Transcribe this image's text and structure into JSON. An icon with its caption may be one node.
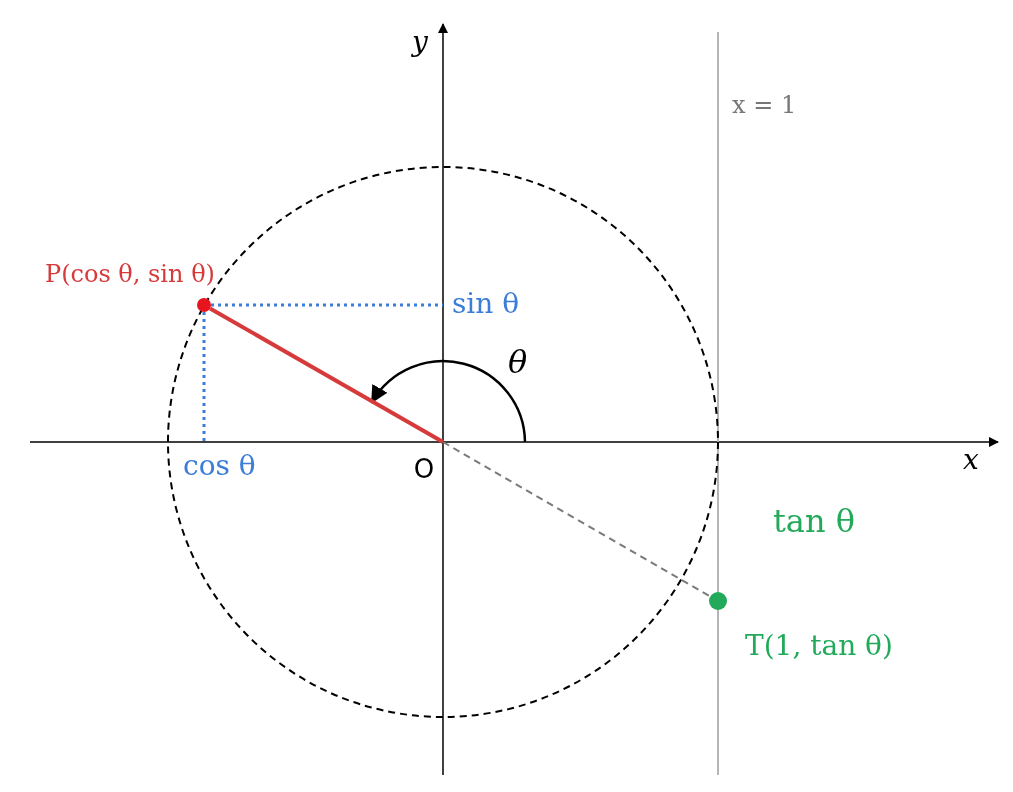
{
  "diagram": {
    "nodes": [
      {
        "text": [],
        "shape": "circle",
        "beside": [
          "P(cos θ, sin θ)"
        ]
      },
      {
        "text": [
          "O"
        ]
      },
      {
        "text": [],
        "shape": "circle",
        "beside": [
          "T(1, tan θ)"
        ]
      }
    ],
    "edges": [
      {
        "from": 1,
        "to": 0,
        "arrow": "none",
        "style": "thick",
        "color": "#d63a3a"
      },
      {
        "from": 1,
        "to": 2,
        "arrow": "none",
        "style": "dashed",
        "color": "#7a7a7a"
      }
    ],
    "labels": [
      "y",
      "x = 1",
      "sin θ",
      "θ",
      "cos θ",
      "x",
      "tan θ"
    ]
  }
}
